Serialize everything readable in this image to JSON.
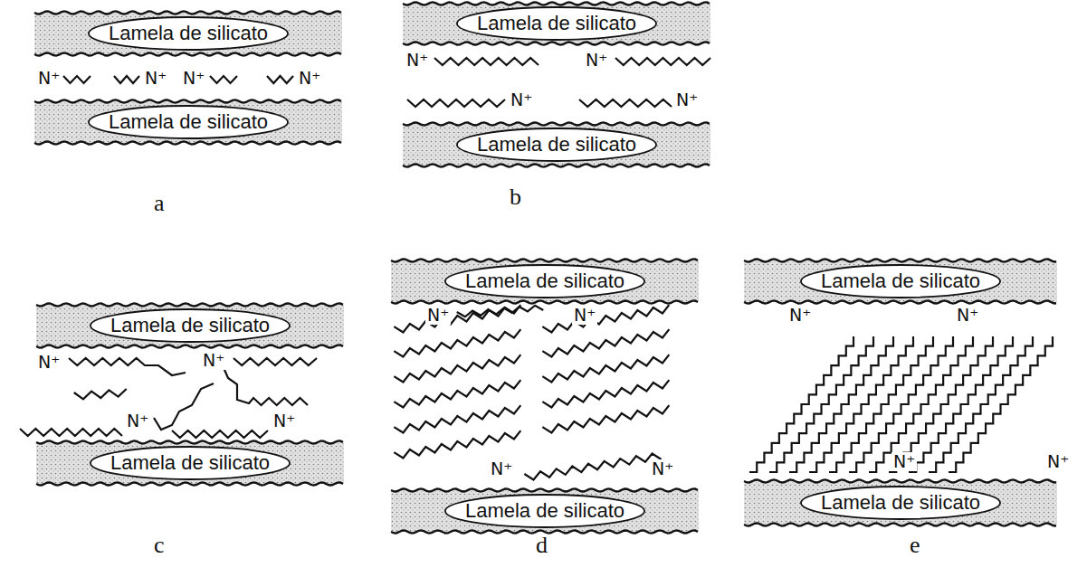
{
  "diagram": {
    "nodes": [
      {
        "text": [
          "Lamela de silicato"
        ]
      },
      {
        "text": [
          "Lamela de silicato"
        ]
      },
      {
        "text": [
          "Lamela de silicato"
        ]
      },
      {
        "text": [
          "Lamela de silicato"
        ]
      },
      {
        "text": [
          "Lamela de silicato"
        ]
      },
      {
        "text": [
          "Lamela de silicato"
        ]
      },
      {
        "text": [
          "Lamela de silicato"
        ]
      },
      {
        "text": [
          "Lamela de silicato"
        ]
      },
      {
        "text": [
          "Lamela de silicato"
        ]
      },
      {
        "text": [
          "Lamela de silicato"
        ]
      }
    ],
    "labels": [
      "N⁺",
      "N⁺",
      "N⁺",
      "N⁺",
      "a",
      "N⁺",
      "N⁺",
      "N⁺",
      "N⁺",
      "b",
      "N⁺",
      "N⁺",
      "N⁺",
      "N⁺",
      "c",
      "N⁺",
      "N⁺",
      "N⁺",
      "N⁺",
      "d",
      "N⁺",
      "N⁺",
      "N⁺",
      "N⁺",
      "e"
    ]
  }
}
